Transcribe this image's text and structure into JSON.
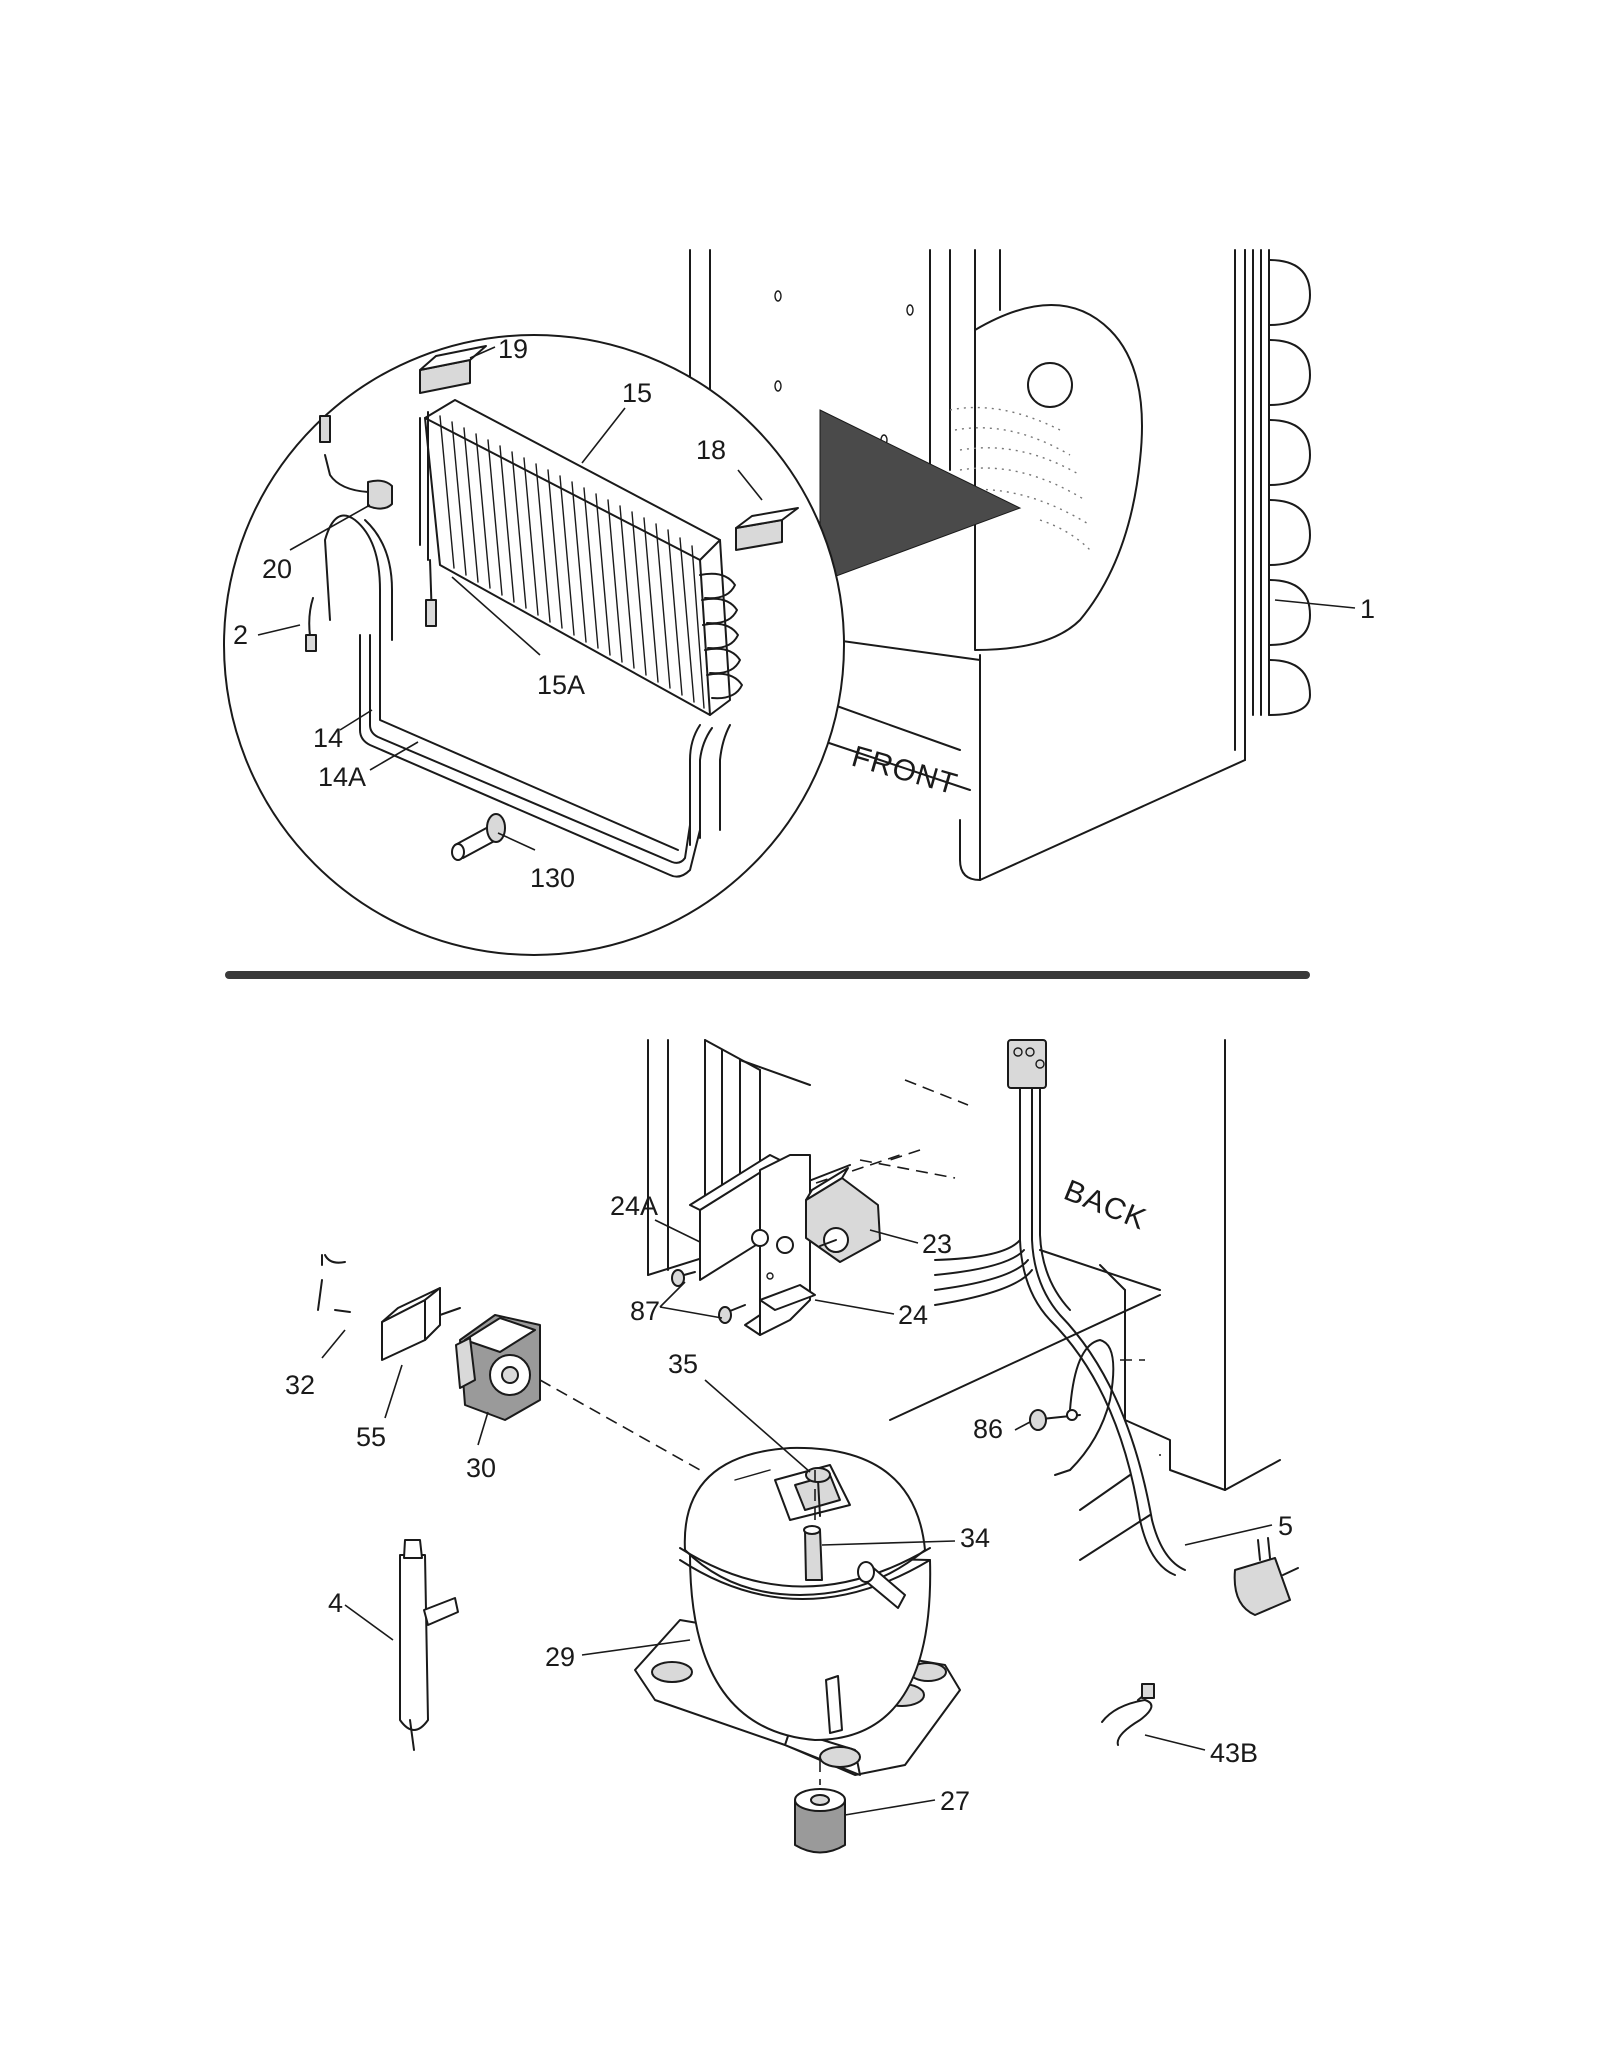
{
  "labels": {
    "top_words": {
      "front": "FRONT"
    },
    "bottom_words": {
      "back": "BACK"
    }
  },
  "callouts": {
    "c19": "19",
    "c15": "15",
    "c18": "18",
    "c20": "20",
    "c2": "2",
    "c15a": "15A",
    "c14": "14",
    "c14a": "14A",
    "c130": "130",
    "c1": "1",
    "c24a": "24A",
    "c23": "23",
    "c87": "87",
    "c24": "24",
    "c32": "32",
    "c55": "55",
    "c30": "30",
    "c35": "35",
    "c86": "86",
    "c5": "5",
    "c34": "34",
    "c4": "4",
    "c29": "29",
    "c43b": "43B",
    "c27": "27"
  }
}
